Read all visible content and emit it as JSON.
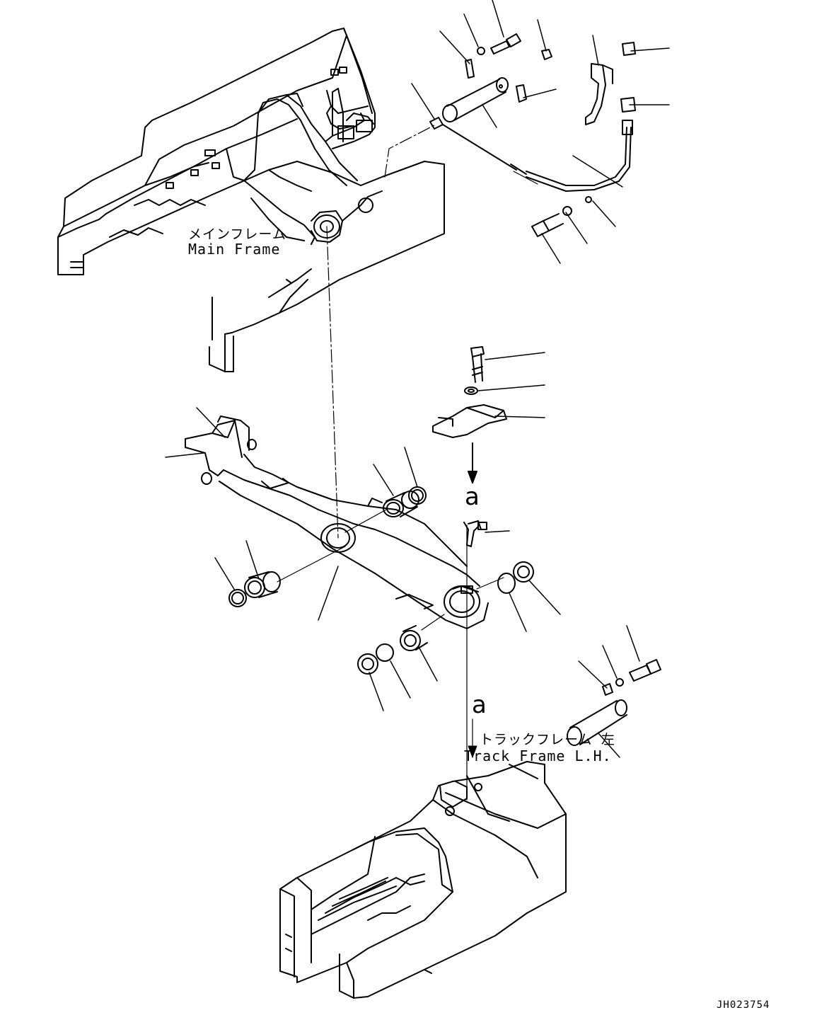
{
  "labels": {
    "main_frame_jp": "メインフレーム",
    "main_frame_en": "Main Frame",
    "track_frame_jp": "トラックフレーム 左",
    "track_frame_en": "Track Frame L.H.",
    "view_mark_upper": "a",
    "view_mark_lower": "a",
    "drawing_code": "JH023754"
  }
}
